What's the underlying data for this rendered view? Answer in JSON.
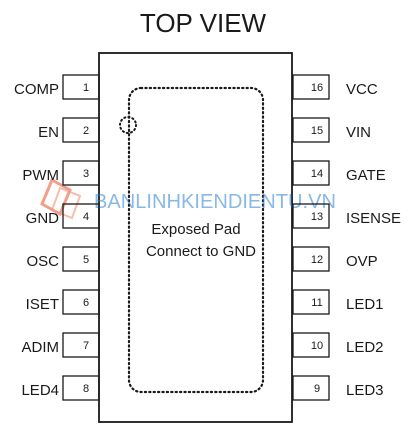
{
  "title": "TOP VIEW",
  "pad": {
    "line1": "Exposed Pad",
    "line2": "Connect to GND"
  },
  "watermark": "BANLINHKIENDIENTU.VN",
  "left_pins": [
    {
      "num": "1",
      "name": "COMP"
    },
    {
      "num": "2",
      "name": "EN"
    },
    {
      "num": "3",
      "name": "PWM"
    },
    {
      "num": "4",
      "name": "GND"
    },
    {
      "num": "5",
      "name": "OSC"
    },
    {
      "num": "6",
      "name": "ISET"
    },
    {
      "num": "7",
      "name": "ADIM"
    },
    {
      "num": "8",
      "name": "LED4"
    }
  ],
  "right_pins": [
    {
      "num": "16",
      "name": "VCC"
    },
    {
      "num": "15",
      "name": "VIN"
    },
    {
      "num": "14",
      "name": "GATE"
    },
    {
      "num": "13",
      "name": "ISENSE"
    },
    {
      "num": "12",
      "name": "OVP"
    },
    {
      "num": "11",
      "name": "LED1"
    },
    {
      "num": "10",
      "name": "LED2"
    },
    {
      "num": "9",
      "name": "LED3"
    }
  ],
  "colors": {
    "ink": "#1a1a1a",
    "watermark": "#2a7fd0",
    "watermark_logo": "#e8502a"
  }
}
